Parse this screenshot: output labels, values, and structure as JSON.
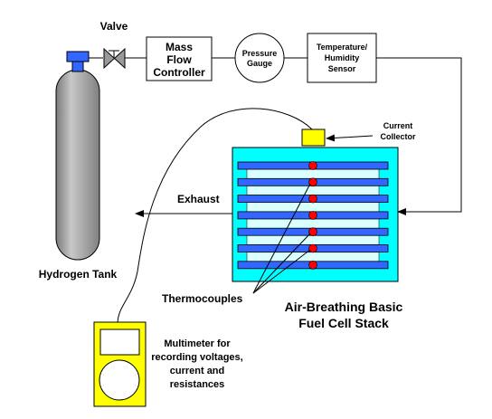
{
  "labels": {
    "valve": "Valve",
    "mass_flow": [
      "Mass",
      "Flow",
      "Controller"
    ],
    "pressure_gauge": [
      "Pressure",
      "Gauge"
    ],
    "temp_humidity": [
      "Temperature/",
      "Humidity",
      "Sensor"
    ],
    "current_collector": [
      "Current",
      "Collector"
    ],
    "exhaust": "Exhaust",
    "hydrogen_tank": "Hydrogen Tank",
    "thermocouples": "Thermocouples",
    "stack_title": [
      "Air-Breathing Basic",
      "Fuel Cell Stack"
    ],
    "multimeter": [
      "Multimeter for",
      "recording voltages,",
      "current and",
      "resistances"
    ]
  },
  "colors": {
    "stack_fill": "#00ffff",
    "plate_fill": "#3366ff",
    "membrane_fill": "#d9ffff",
    "thermocouple_dot": "#ff0000",
    "collector_fill": "#ffff00",
    "multimeter_fill": "#ffff00",
    "tank_fill": "#999999",
    "tank_valve_fill": "#3366ff",
    "line_color": "#000000"
  },
  "stack": {
    "plate_count": 7,
    "thermocouple_count": 7
  }
}
